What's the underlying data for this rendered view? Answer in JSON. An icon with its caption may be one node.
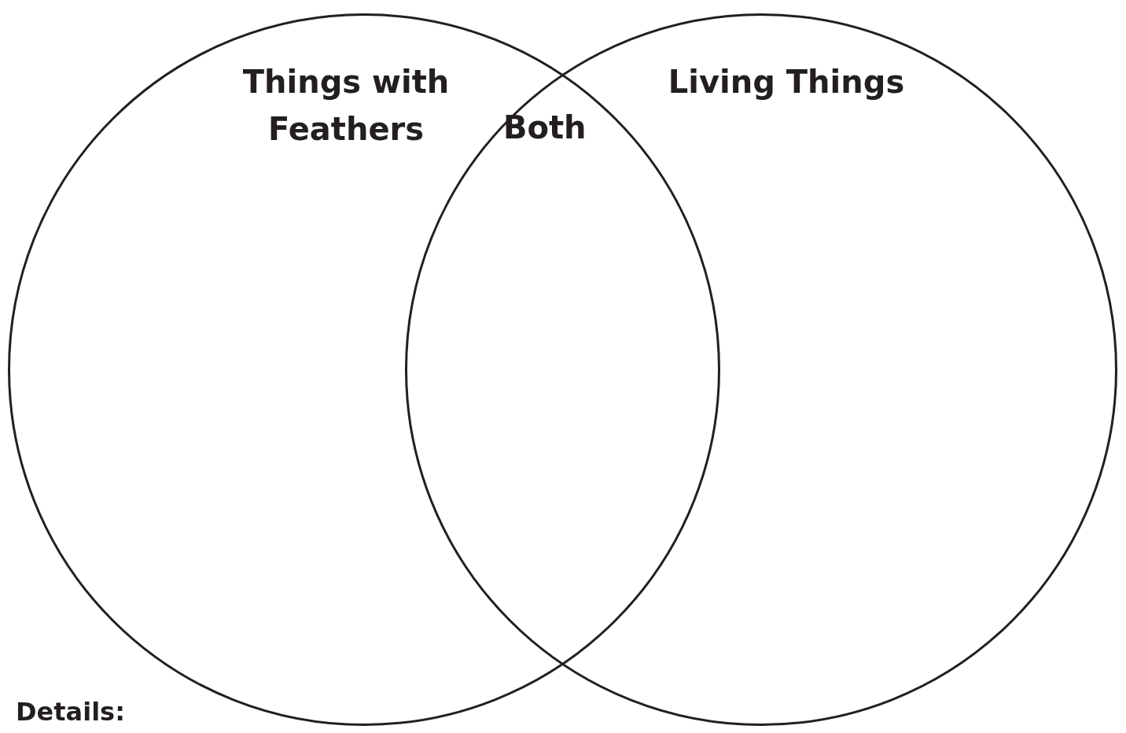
{
  "diagram": {
    "nodes": [
      {
        "text": [
          "Things with Feathers"
        ]
      },
      {
        "text": [
          "Living Things"
        ]
      }
    ],
    "labels": [
      "Both",
      "Details:"
    ]
  }
}
